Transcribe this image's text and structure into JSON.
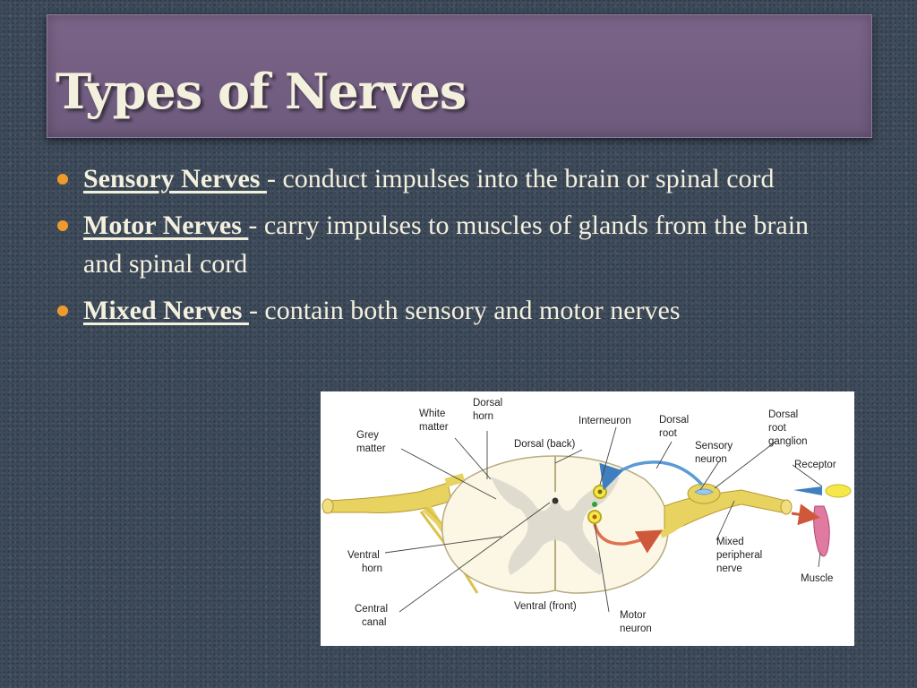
{
  "slide": {
    "title": "Types of Nerves"
  },
  "bullets": [
    {
      "term": "Sensory Nerves ",
      "description": " - conduct impulses into the brain or spinal cord"
    },
    {
      "term": "Motor Nerves ",
      "description": " - carry impulses to muscles of glands from the brain and spinal cord"
    },
    {
      "term": "Mixed Nerves ",
      "description": " - contain both sensory and motor nerves"
    }
  ],
  "diagram": {
    "labels": {
      "grey_matter": [
        "Grey",
        "matter"
      ],
      "white_matter": [
        "White",
        "matter"
      ],
      "dorsal_horn": [
        "Dorsal",
        "horn"
      ],
      "dorsal_back": "Dorsal (back)",
      "interneuron": "Interneuron",
      "dorsal_root": [
        "Dorsal",
        "root"
      ],
      "dorsal_root_ganglion": [
        "Dorsal",
        "root",
        "ganglion"
      ],
      "sensory_neuron": [
        "Sensory",
        "neuron"
      ],
      "receptor": "Receptor",
      "ventral_horn": [
        "Ventral",
        "horn"
      ],
      "central_canal": [
        "Central",
        "canal"
      ],
      "ventral_front": "Ventral (front)",
      "motor_neuron": [
        "Motor",
        "neuron"
      ],
      "mixed_peripheral_nerve": [
        "Mixed",
        "peripheral",
        "nerve"
      ],
      "muscle": "Muscle"
    }
  },
  "colors": {
    "banner": "#7b6488",
    "title_text": "#f4f0de",
    "body_text": "#f4f0de",
    "bullet": "#ee9b2e",
    "nerve": "#e8d260",
    "sensory_arrow": "#5a9bd5",
    "motor_arrow": "#e07050",
    "muscle": "#e07aa0"
  }
}
